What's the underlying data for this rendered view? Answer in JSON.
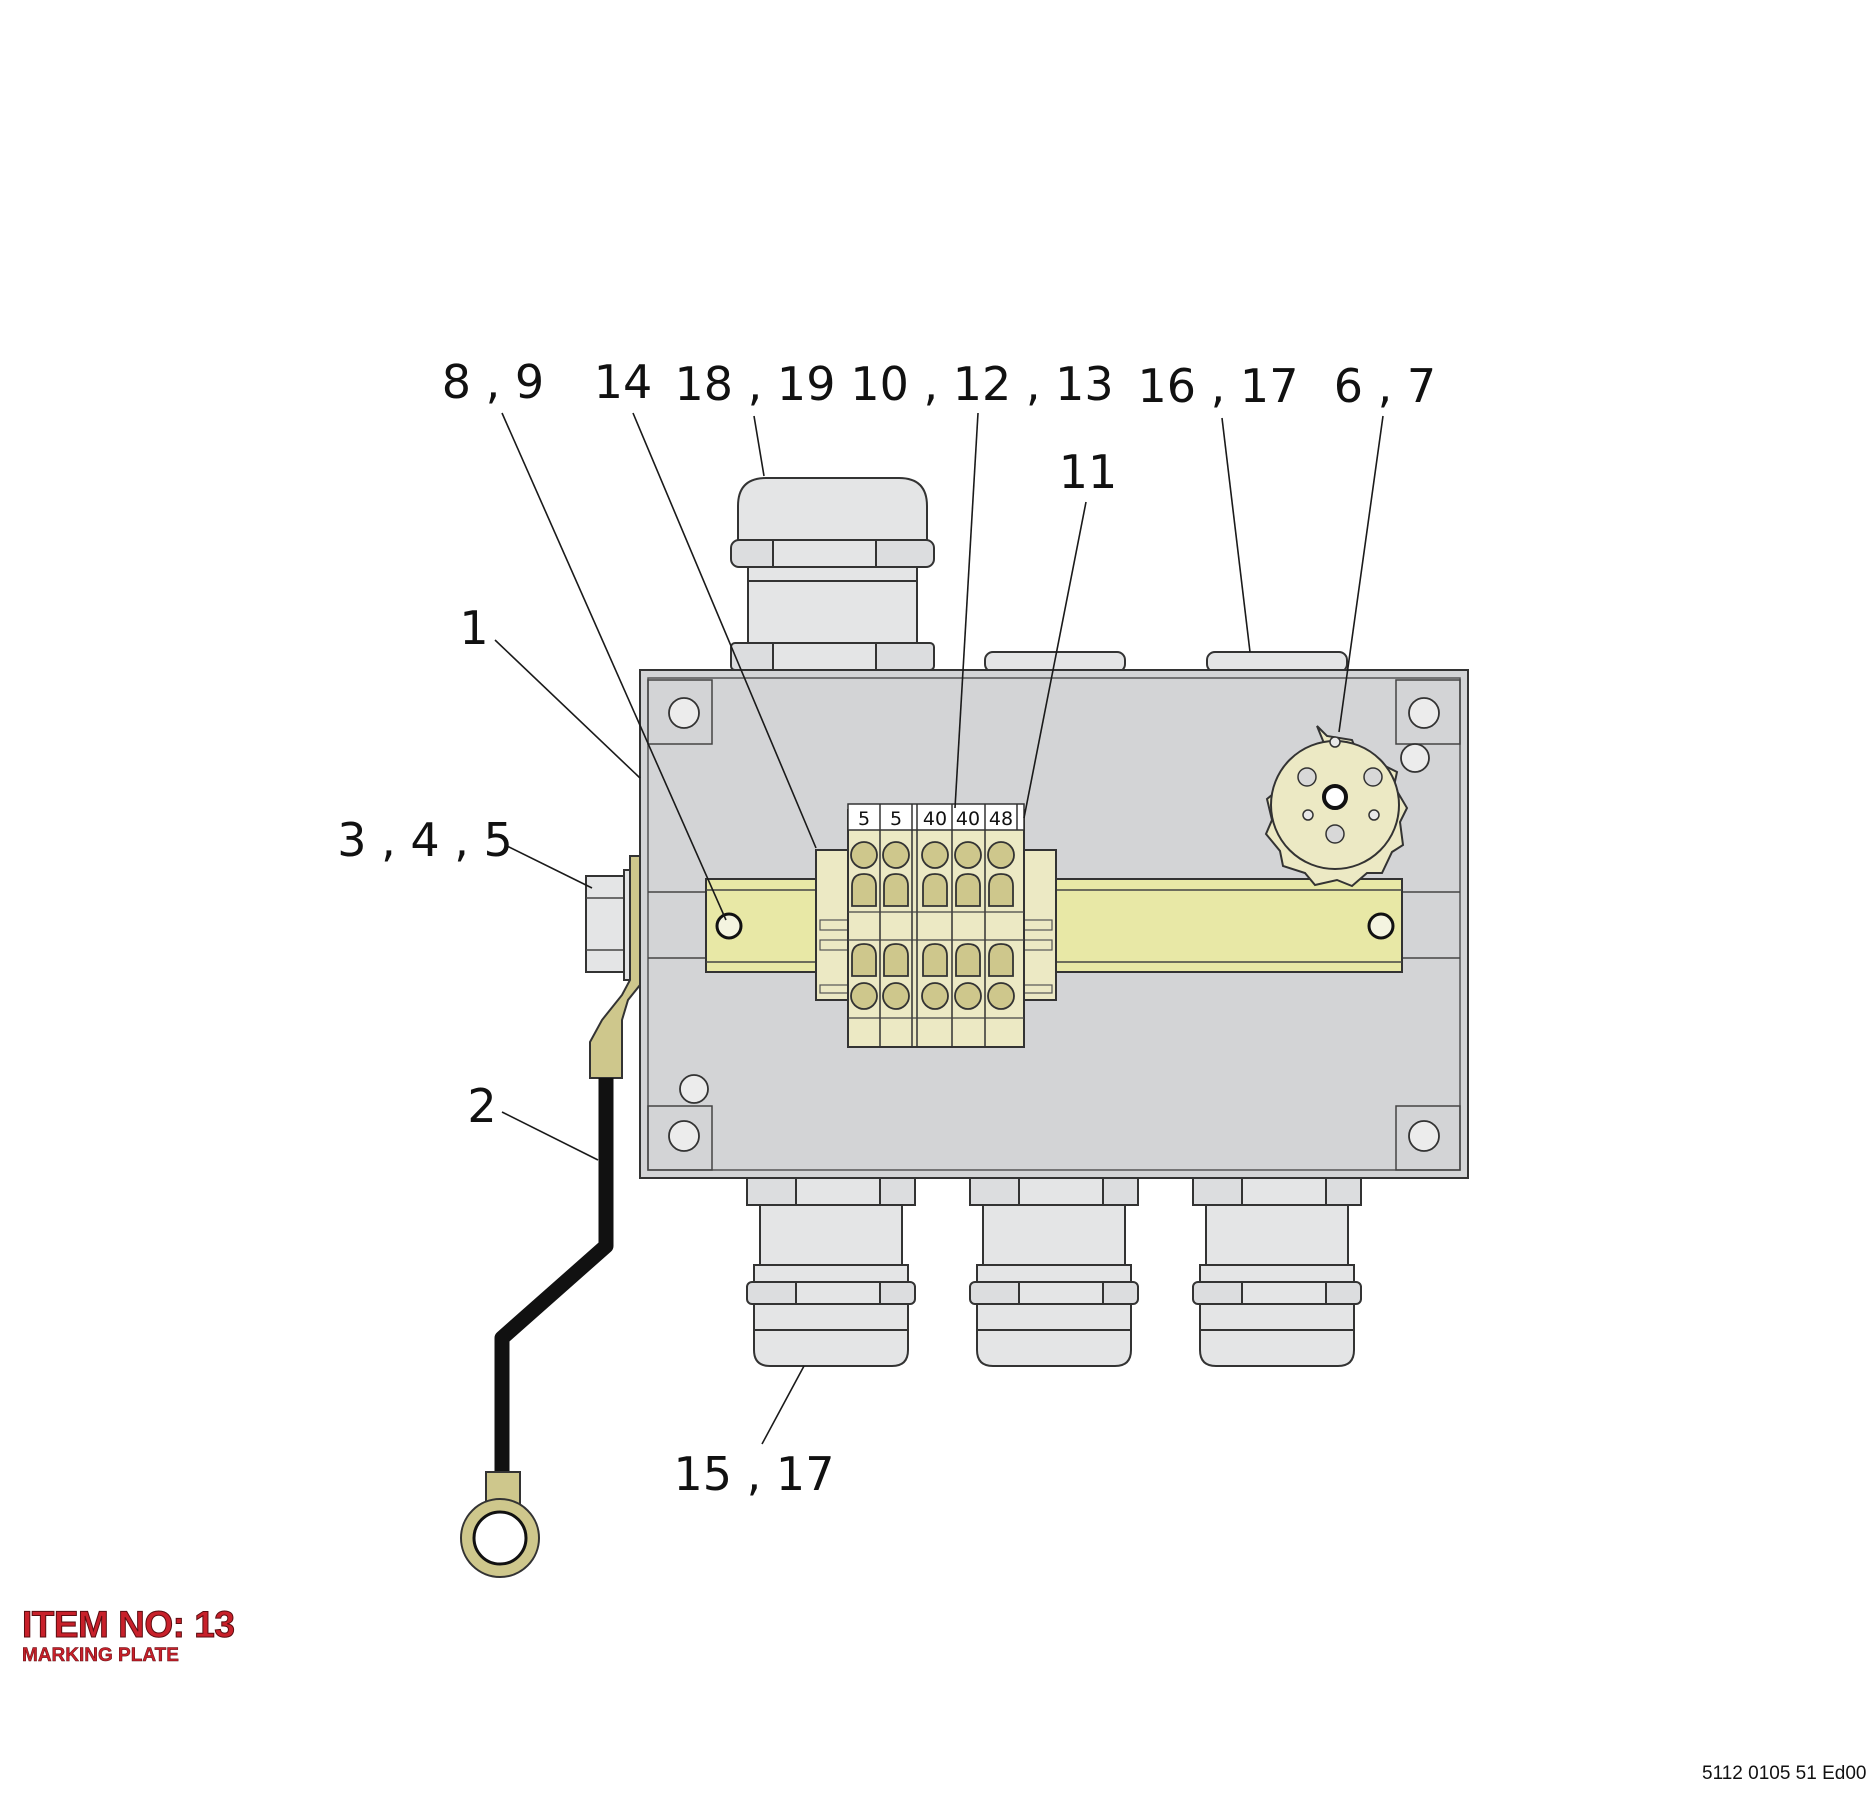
{
  "callouts": {
    "c_8_9": "8 , 9",
    "c_14": "14",
    "c_18_19": "18 , 19",
    "c_10_12_13": "10 , 12 , 13",
    "c_11": "11",
    "c_16_17": "16 , 17",
    "c_6_7": "6 , 7",
    "c_1": "1",
    "c_3_4_5": "3 , 4 , 5",
    "c_2": "2",
    "c_15_17": "15 , 17"
  },
  "terminal_labels": [
    "5",
    "5",
    "40",
    "40",
    "48"
  ],
  "item_label": {
    "title": "ITEM NO: 13",
    "subtitle": "MARKING PLATE"
  },
  "document_code": "5112 0105 51 Ed00",
  "colors": {
    "enclosure": "#d3d4d6",
    "gland": "#e4e5e6",
    "terminal": "#ece9c4",
    "rail": "#e8e8a6",
    "clamp": "#cec78c",
    "item_red": "#c8202a"
  }
}
